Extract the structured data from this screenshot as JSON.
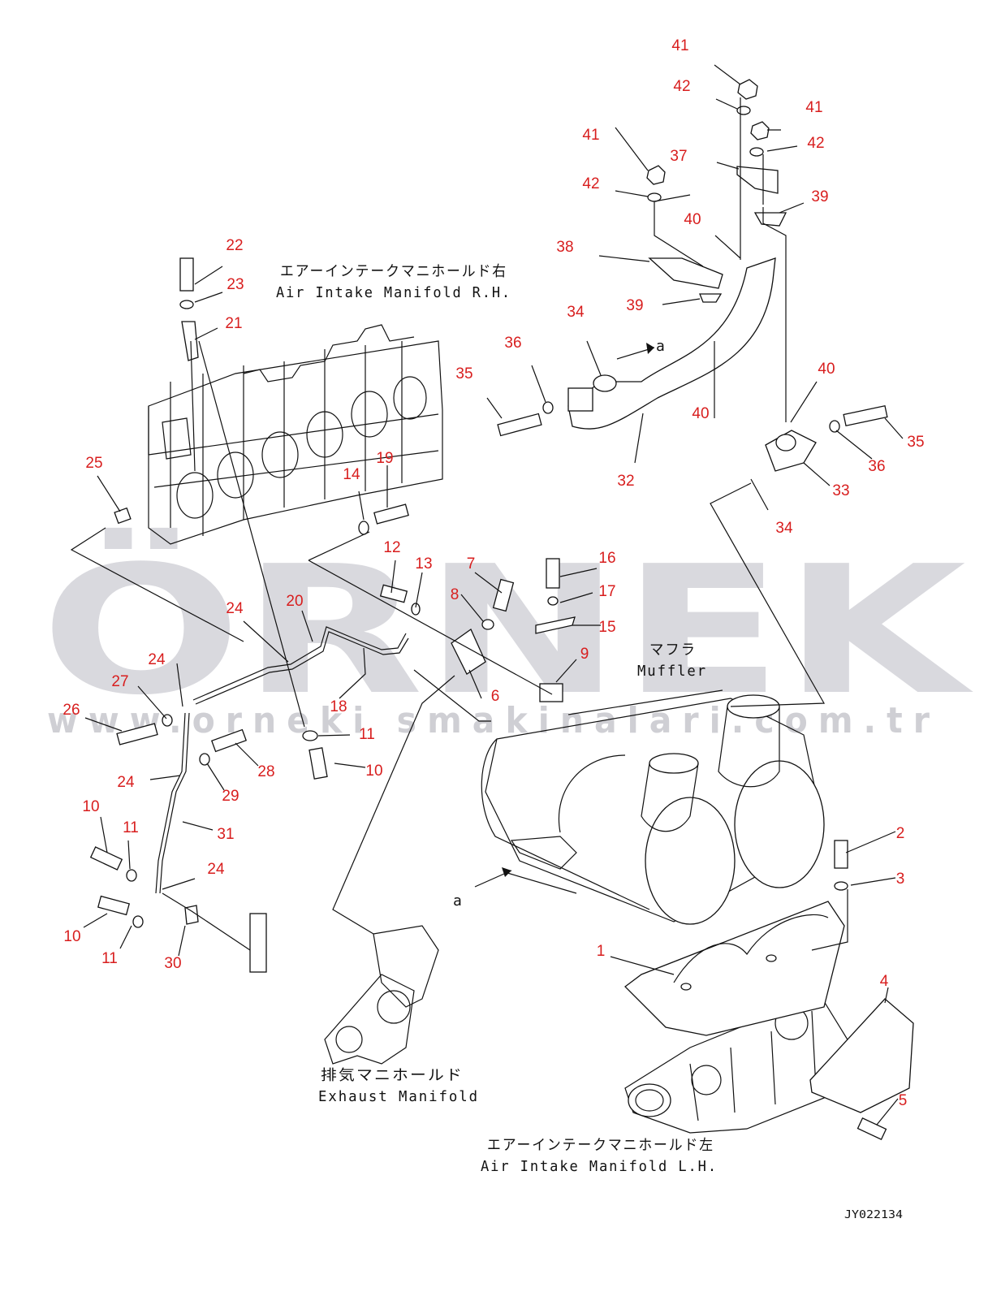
{
  "brand": {
    "watermark": "ÖRNEK",
    "url": "www.orneki smakinalari.com.tr"
  },
  "captions": {
    "intake_rh_jp": "エアーインテークマニホールド右",
    "intake_rh_en": "Air Intake Manifold R.H.",
    "muffler_jp": "マフラ",
    "muffler_en": "Muffler",
    "exhaust_jp": "排気マニホールド",
    "exhaust_en": "Exhaust Manifold",
    "intake_lh_jp": "エアーインテークマニホールド左",
    "intake_lh_en": "Air Intake Manifold L.H.",
    "view_a_top": "a",
    "view_a_bottom": "a"
  },
  "drawing_code": "JY022134",
  "callouts": [
    {
      "id": "c41a",
      "label": "41"
    },
    {
      "id": "c42a",
      "label": "42"
    },
    {
      "id": "c41b",
      "label": "41"
    },
    {
      "id": "c42b",
      "label": "42"
    },
    {
      "id": "c41c",
      "label": "41"
    },
    {
      "id": "c42c",
      "label": "42"
    },
    {
      "id": "c37",
      "label": "37"
    },
    {
      "id": "c39a",
      "label": "39"
    },
    {
      "id": "c40a",
      "label": "40"
    },
    {
      "id": "c38",
      "label": "38"
    },
    {
      "id": "c34a",
      "label": "34"
    },
    {
      "id": "c39b",
      "label": "39"
    },
    {
      "id": "c36a",
      "label": "36"
    },
    {
      "id": "c35a",
      "label": "35"
    },
    {
      "id": "c40b",
      "label": "40"
    },
    {
      "id": "c40c",
      "label": "40"
    },
    {
      "id": "c35b",
      "label": "35"
    },
    {
      "id": "c36b",
      "label": "36"
    },
    {
      "id": "c32",
      "label": "32"
    },
    {
      "id": "c33",
      "label": "33"
    },
    {
      "id": "c34b",
      "label": "34"
    },
    {
      "id": "c22",
      "label": "22"
    },
    {
      "id": "c23",
      "label": "23"
    },
    {
      "id": "c21",
      "label": "21"
    },
    {
      "id": "c25",
      "label": "25"
    },
    {
      "id": "c14",
      "label": "14"
    },
    {
      "id": "c19",
      "label": "19"
    },
    {
      "id": "c12",
      "label": "12"
    },
    {
      "id": "c13",
      "label": "13"
    },
    {
      "id": "c7",
      "label": "7"
    },
    {
      "id": "c8",
      "label": "8"
    },
    {
      "id": "c16",
      "label": "16"
    },
    {
      "id": "c17",
      "label": "17"
    },
    {
      "id": "c15",
      "label": "15"
    },
    {
      "id": "c9",
      "label": "9"
    },
    {
      "id": "c6",
      "label": "6"
    },
    {
      "id": "c24a",
      "label": "24"
    },
    {
      "id": "c20",
      "label": "20"
    },
    {
      "id": "c24b",
      "label": "24"
    },
    {
      "id": "c27",
      "label": "27"
    },
    {
      "id": "c26",
      "label": "26"
    },
    {
      "id": "c18",
      "label": "18"
    },
    {
      "id": "c11a",
      "label": "11"
    },
    {
      "id": "c10a",
      "label": "10"
    },
    {
      "id": "c28",
      "label": "28"
    },
    {
      "id": "c29",
      "label": "29"
    },
    {
      "id": "c24c",
      "label": "24"
    },
    {
      "id": "c31",
      "label": "31"
    },
    {
      "id": "c10b",
      "label": "10"
    },
    {
      "id": "c11b",
      "label": "11"
    },
    {
      "id": "c24d",
      "label": "24"
    },
    {
      "id": "c10c",
      "label": "10"
    },
    {
      "id": "c11c",
      "label": "11"
    },
    {
      "id": "c30",
      "label": "30"
    },
    {
      "id": "c2",
      "label": "2"
    },
    {
      "id": "c3",
      "label": "3"
    },
    {
      "id": "c1",
      "label": "1"
    },
    {
      "id": "c4",
      "label": "4"
    },
    {
      "id": "c5",
      "label": "5"
    }
  ],
  "colors": {
    "callout": "#d81e1e",
    "line": "#111111",
    "watermark": "#d9d9de",
    "watermark_accent": "#f6d77a"
  }
}
